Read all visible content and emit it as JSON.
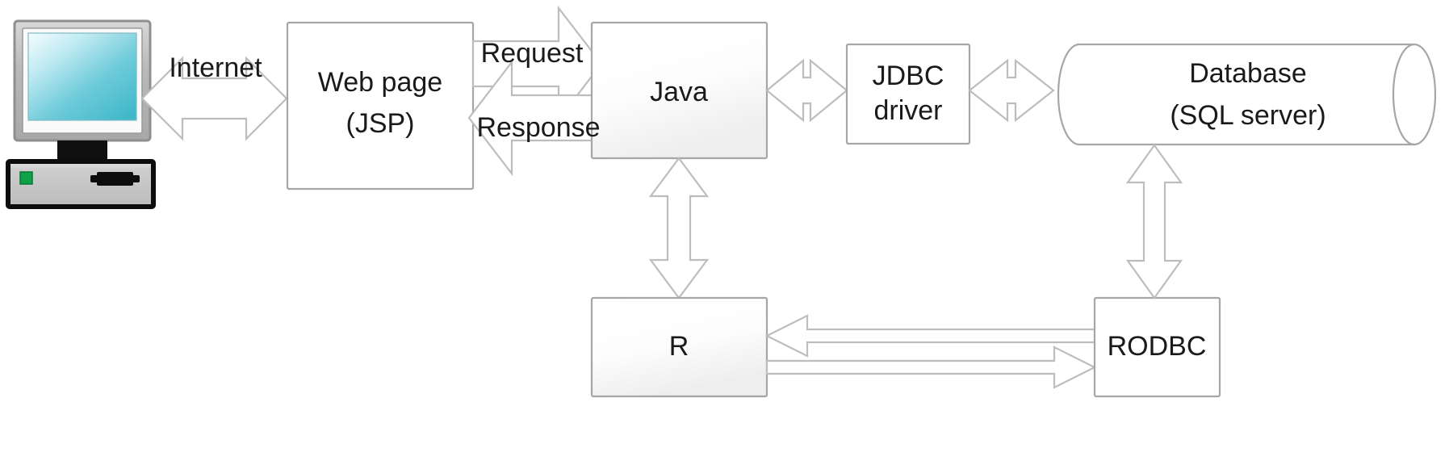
{
  "diagram": {
    "title": "Web application architecture: JSP / Java / JDBC / R / RODBC / SQL server",
    "background_color": "#ffffff",
    "line_color": "#a6a6a6",
    "arrow_color": "#bdbdbd",
    "text_color": "#1a1a1a",
    "nodes": [
      {
        "id": "client",
        "kind": "computer-icon",
        "label": "",
        "description": "Desktop computer with CRT monitor and horizontal base unit"
      },
      {
        "id": "webpage",
        "kind": "rectangle",
        "label_line1": "Web page",
        "label_line2": "(JSP)"
      },
      {
        "id": "java",
        "kind": "rectangle",
        "label_line1": "Java",
        "label_line2": ""
      },
      {
        "id": "jdbc",
        "kind": "rectangle",
        "label_line1": "JDBC",
        "label_line2": "driver"
      },
      {
        "id": "database",
        "kind": "cylinder",
        "label_line1": "Database",
        "label_line2": "(SQL server)"
      },
      {
        "id": "r",
        "kind": "rectangle",
        "label_line1": "R",
        "label_line2": ""
      },
      {
        "id": "rodbc",
        "kind": "rectangle",
        "label_line1": "RODBC",
        "label_line2": ""
      }
    ],
    "edges": [
      {
        "id": "client-webpage",
        "from": "client",
        "to": "webpage",
        "label": "Internet",
        "direction": "bidirectional",
        "orientation": "horizontal"
      },
      {
        "id": "webpage-java-request",
        "from": "webpage",
        "to": "java",
        "label": "Request",
        "direction": "forward",
        "orientation": "horizontal"
      },
      {
        "id": "java-webpage-response",
        "from": "java",
        "to": "webpage",
        "label": "Response",
        "direction": "forward",
        "orientation": "horizontal"
      },
      {
        "id": "java-jdbc",
        "from": "java",
        "to": "jdbc",
        "label": "",
        "direction": "bidirectional",
        "orientation": "horizontal"
      },
      {
        "id": "jdbc-database",
        "from": "jdbc",
        "to": "database",
        "label": "",
        "direction": "bidirectional",
        "orientation": "horizontal"
      },
      {
        "id": "java-r",
        "from": "java",
        "to": "r",
        "label": "",
        "direction": "bidirectional",
        "orientation": "vertical"
      },
      {
        "id": "rodbc-r",
        "from": "rodbc",
        "to": "r",
        "label": "",
        "direction": "forward",
        "orientation": "horizontal"
      },
      {
        "id": "r-rodbc",
        "from": "r",
        "to": "rodbc",
        "label": "",
        "direction": "forward",
        "orientation": "horizontal"
      },
      {
        "id": "database-rodbc",
        "from": "database",
        "to": "rodbc",
        "label": "",
        "direction": "bidirectional",
        "orientation": "vertical"
      }
    ],
    "computer_icon": {
      "screen_gradient_from": "#f2fbfc",
      "screen_gradient_to": "#3fb8c9",
      "bezel_color": "#b5b5b5",
      "case_color": "#c8c8c8",
      "outline_color": "#1a1a1a",
      "led_color": "#11a14a"
    }
  }
}
